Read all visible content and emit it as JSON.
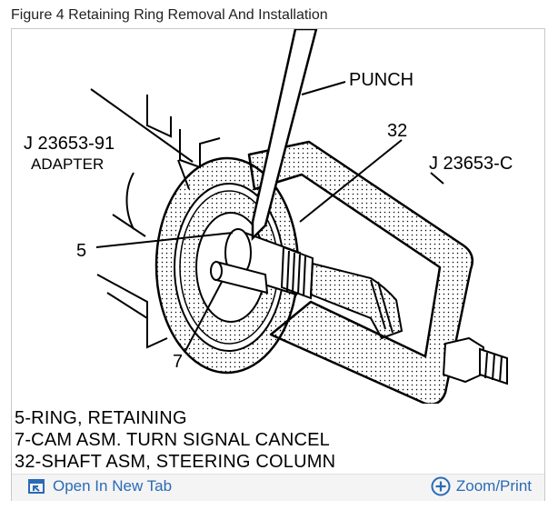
{
  "figure": {
    "title": "Figure 4 Retaining Ring Removal And Installation"
  },
  "callouts": {
    "punch": "PUNCH",
    "n32": "32",
    "tool_c": "J 23653-C",
    "adapter_num": "J 23653-91",
    "adapter": "ADAPTER",
    "n5": "5",
    "n7": "7"
  },
  "legend": [
    "5-RING, RETAINING",
    "7-CAM ASM. TURN SIGNAL CANCEL",
    "32-SHAFT ASM, STEERING COLUMN"
  ],
  "footer": {
    "open_tab": "Open In New Tab",
    "zoom": "Zoom/Print"
  },
  "icons": {
    "open": "open-in-new-tab-icon",
    "zoom": "zoom-plus-icon"
  },
  "colors": {
    "link": "#2a6ab5",
    "frame": "#c8c8c8"
  }
}
